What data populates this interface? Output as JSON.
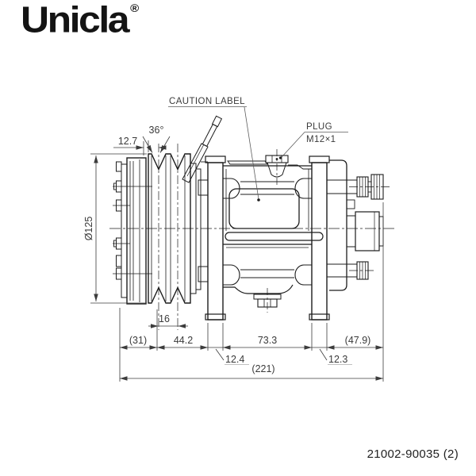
{
  "brand": {
    "logo_text": "Unicla",
    "registered_mark": "®"
  },
  "part_number": "21002-90035 (2)",
  "drawing": {
    "labels": {
      "caution": "CAUTION LABEL",
      "plug_title": "PLUG",
      "plug_spec": "M12×1"
    },
    "dimensions": {
      "groove_angle": "36°",
      "belt_offset": "12.7",
      "pulley_diameter": "Ø125",
      "groove_pitch": "16",
      "seg_clutch": "(31)",
      "seg_front": "44.2",
      "seg_body": "73.3",
      "seg_rear": "(47.9)",
      "front_plate_width": "12.4",
      "rear_plate_width": "12.3",
      "overall_length": "(221)"
    },
    "colors": {
      "object_line": "#1c1c1c",
      "dimension_line": "#3c3c3c"
    }
  }
}
